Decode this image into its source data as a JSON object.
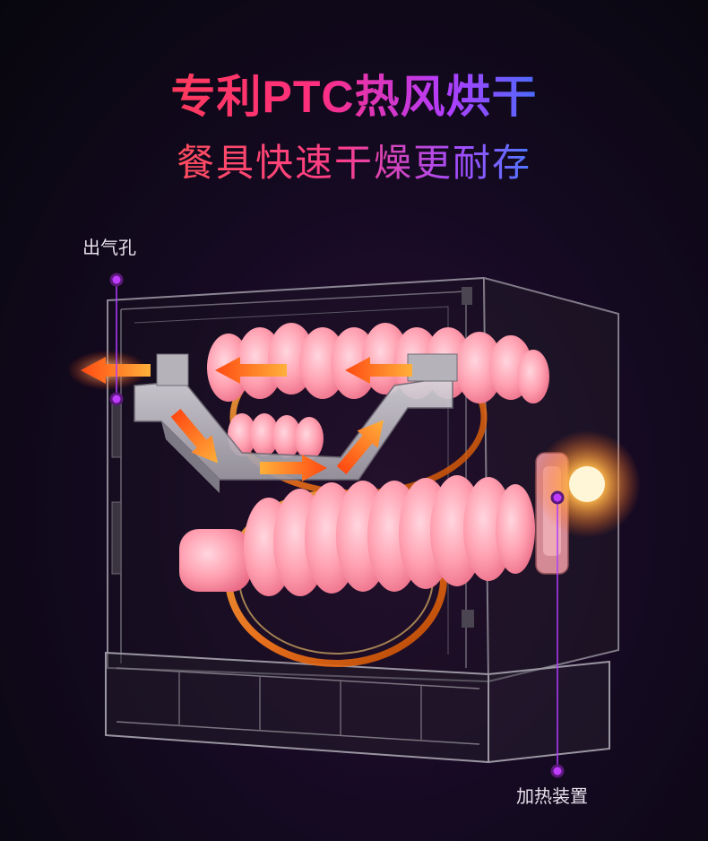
{
  "title": "专利PTC热风烘干",
  "subtitle": "餐具快速干燥更耐存",
  "callouts": {
    "vent": "出气孔",
    "heater": "加热装置"
  },
  "colors": {
    "title_gradient_start": "#ff3b5c",
    "title_gradient_end": "#4a6bff",
    "airflow_arrow": "#ff7a1a",
    "duct_pink": "#ff9fb0",
    "callout_marker": "#c03cff",
    "background": "#150a22"
  }
}
